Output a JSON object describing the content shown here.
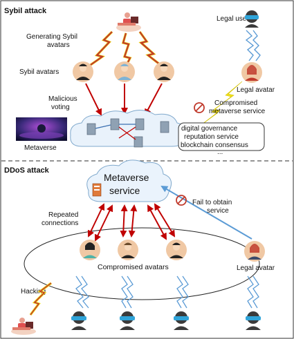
{
  "sybil": {
    "title": "Sybil attack",
    "generating": [
      "Generating Sybil",
      "avatars"
    ],
    "sybil_avatars": "Sybil avatars",
    "malicious": [
      "Malicious",
      "voting"
    ],
    "metaverse": "Metaverse",
    "legal_user": "Legal user",
    "legal_avatar": "Legal avatar",
    "compromised": [
      "Compromised",
      "metaverse service"
    ],
    "services": [
      "digital governance",
      "reputation service",
      "blockchain consensus",
      "..."
    ]
  },
  "ddos": {
    "title": "DDoS attack",
    "service": [
      "Metaverse",
      "service"
    ],
    "repeated": [
      "Repeated",
      "connections"
    ],
    "fail": [
      "Fail to obtain",
      "service"
    ],
    "compromised_avatars": "Compromised avatars",
    "legal_avatar": "Legal avatar",
    "hacking": "Hacking"
  },
  "colors": {
    "attack_arrow": "#c00000",
    "legal_arrow": "#5b9bd5",
    "lightning_red": "#c0392b",
    "lightning_yellow": "#f1e01a",
    "avatar_bg": "#f0c8a4",
    "divider": "#555555"
  },
  "icons": [
    "hacker-icon",
    "user-headset-icon",
    "avatar-icon",
    "server-icon",
    "cloud-icon",
    "prohibited-icon",
    "lightning-icon"
  ]
}
